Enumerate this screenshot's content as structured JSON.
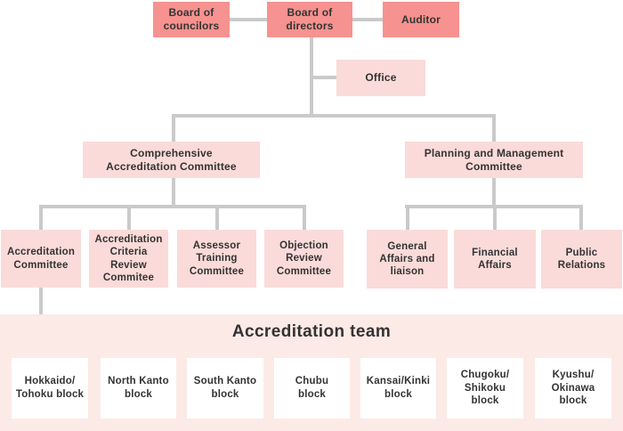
{
  "palette": {
    "dark_pink": "#F6928F",
    "light_pink": "#FADBD9",
    "band_pink": "#FCEAE7",
    "line_gray": "#C9CACA",
    "text": "#333333",
    "white": "#FFFFFF"
  },
  "org": {
    "board_of_councilors": "Board of\ncouncilors",
    "board_of_directors": "Board of\ndirectors",
    "auditor": "Auditor",
    "office": "Office",
    "comprehensive_accreditation_committee": "Comprehensive\nAccreditation Committee",
    "planning_and_management_committee": "Planning and Management\nCommittee",
    "accreditation_committee": "Accreditation\nCommittee",
    "accreditation_criteria_review_commitee": "Accreditation\nCriteria\nReview\nCommitee",
    "assessor_training_committee": "Assessor\nTraining\nCommittee",
    "objection_review_committee": "Objection\nReview\nCommittee",
    "general_affairs_and_liaison": "General\nAffairs and\nliaison",
    "financial_affairs": "Financial\nAffairs",
    "public_relations": "Public\nRelations"
  },
  "team": {
    "title": "Accreditation team",
    "blocks": [
      "Hokkaido/\nTohoku block",
      "North Kanto\nblock",
      "South Kanto\nblock",
      "Chubu\nblock",
      "Kansai/Kinki\nblock",
      "Chugoku/\nShikoku\nblock",
      "Kyushu/\nOkinawa\nblock"
    ]
  }
}
